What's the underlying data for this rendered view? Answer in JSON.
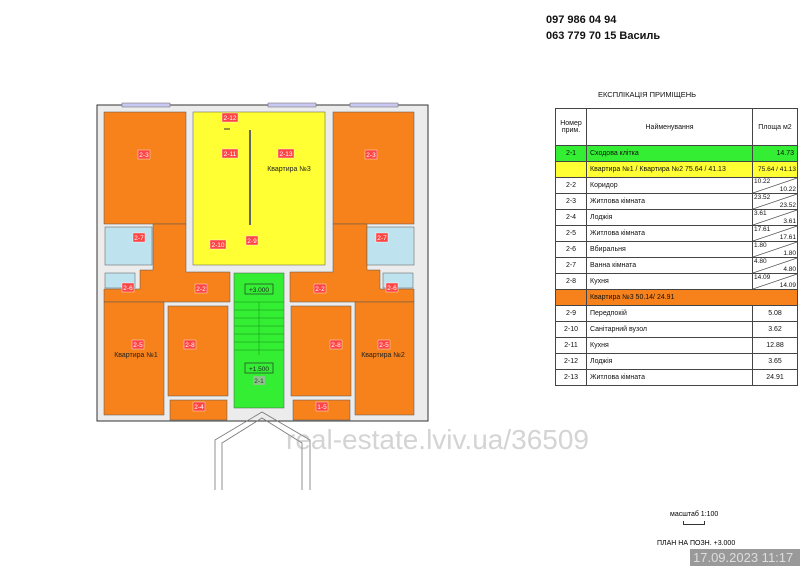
{
  "contacts": {
    "phone1": "097 986 04 94",
    "phone2": "063 779 70 15  Василь"
  },
  "table": {
    "title": "ЕКСПЛІКАЦІЯ  ПРИМІЩЕНЬ",
    "headers": {
      "num": "Номер прим.",
      "name": "Найменування",
      "area": "Площа м2"
    },
    "stair": {
      "num": "2-1",
      "name": "Сходова клітка",
      "area": "14.73"
    },
    "apt12": {
      "name": "Квартира №1 / Квартира №2 75.64 / 41.13",
      "area": "75.64 / 41.13"
    },
    "apt12_rooms": [
      {
        "num": "2-2",
        "name": "Коридор",
        "a1": "10.22",
        "a2": "10.22"
      },
      {
        "num": "2-3",
        "name": "Житлова кімната",
        "a1": "23.52",
        "a2": "23.52"
      },
      {
        "num": "2-4",
        "name": "Лоджія",
        "a1": "3.61",
        "a2": "3.61"
      },
      {
        "num": "2-5",
        "name": "Житлова кімната",
        "a1": "17.61",
        "a2": "17.61"
      },
      {
        "num": "2-6",
        "name": "Вбиральня",
        "a1": "1.80",
        "a2": "1.80"
      },
      {
        "num": "2-7",
        "name": "Ванна кімната",
        "a1": "4.80",
        "a2": "4.80"
      },
      {
        "num": "2-8",
        "name": "Кухня",
        "a1": "14.09",
        "a2": "14.09"
      }
    ],
    "apt3": {
      "name": "Квартира №3   50.14/ 24.91"
    },
    "apt3_rooms": [
      {
        "num": "2-9",
        "name": "Передпокій",
        "area": "5.08"
      },
      {
        "num": "2-10",
        "name": "Санітарний вузол",
        "area": "3.62"
      },
      {
        "num": "2-11",
        "name": "Кухня",
        "area": "12.88"
      },
      {
        "num": "2-12",
        "name": "Лоджія",
        "area": "3.65"
      },
      {
        "num": "2-13",
        "name": "Житлова  кімната",
        "area": "24.91"
      }
    ]
  },
  "plan": {
    "apt1": "Квартира №1",
    "apt2": "Квартира №2",
    "apt3": "Квартира №3",
    "level_top": "+3.000",
    "level_mid": "+1.500",
    "rooms": {
      "l23": "2-3",
      "r23": "2-3",
      "r212": "2-12",
      "r211": "2-11",
      "r213": "2-13",
      "l27": "2-7",
      "r27": "2-7",
      "r210": "2-10",
      "r29": "2-9",
      "l26": "2-6",
      "r26": "2-6",
      "l22": "2-2",
      "r22": "2-2",
      "l25": "2-5",
      "l28": "2-8",
      "r28": "2-8",
      "r25": "2-5",
      "r21": "2-1",
      "l24": "2-4",
      "r15": "1-5"
    },
    "colors": {
      "orange": "#f7821b",
      "yellow": "#ffff33",
      "green": "#33ee33",
      "blue": "#bfe3ee"
    }
  },
  "scale": "масштаб 1:100",
  "plan_title": "ПЛАН НА ПОЗН.  +3.000",
  "timestamp": "17.09.2023 11:17",
  "watermark": "real-estate.lviv.ua/36509"
}
